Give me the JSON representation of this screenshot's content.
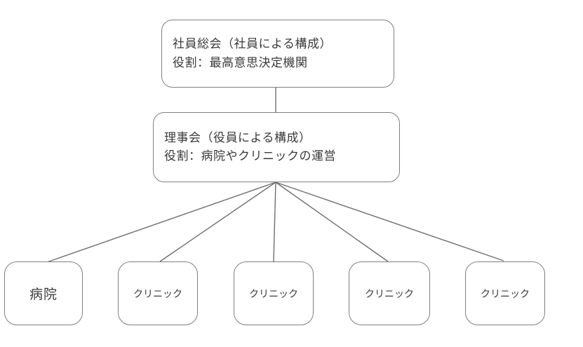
{
  "diagram": {
    "type": "org-chart",
    "root": {
      "line1": "社員総会（社員による構成）",
      "line2": "役割：最高意思決定機関"
    },
    "board": {
      "line1": "理事会（役員による構成）",
      "line2": "役割：病院やクリニックの運営"
    },
    "leaves": [
      {
        "label": "病院"
      },
      {
        "label": "クリニック"
      },
      {
        "label": "クリニック"
      },
      {
        "label": "クリニック"
      },
      {
        "label": "クリニック"
      }
    ]
  },
  "colors": {
    "background": "#ffffff",
    "border": "#808080",
    "line": "#6e6e6e",
    "text": "#3a3a3a"
  }
}
